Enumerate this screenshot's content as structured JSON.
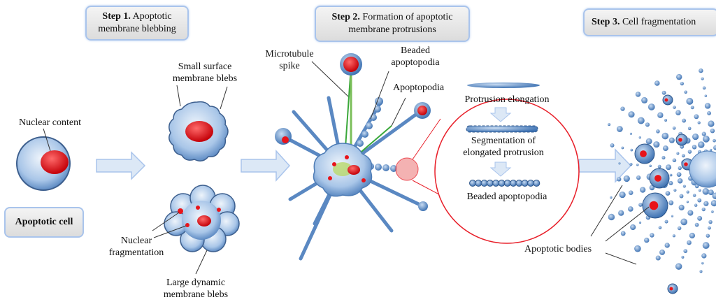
{
  "steps": [
    {
      "label": "Step 1.",
      "text_line1": "Apoptotic",
      "text_line2": "membrane blebbing"
    },
    {
      "label": "Step 2.",
      "text_line1": "Formation of apoptotic",
      "text_line2": "membrane protrusions"
    },
    {
      "label": "Step 3.",
      "text_line1": "Cell  fragmentation"
    }
  ],
  "labels": {
    "nuclear_content": "Nuclear content",
    "apoptotic_cell": "Apoptotic cell",
    "small_blebs_1": "Small surface",
    "small_blebs_2": "membrane blebs",
    "nuclear_frag_1": "Nuclear",
    "nuclear_frag_2": "fragmentation",
    "large_blebs_1": "Large dynamic",
    "large_blebs_2": "membrane blebs",
    "microtubule_1": "Microtubule",
    "microtubule_2": "spike",
    "beaded_1": "Beaded",
    "beaded_2": "apoptopodia",
    "apoptopodia": "Apoptopodia",
    "protrusion_elongation": "Protrusion elongation",
    "segmentation_1": "Segmentation of",
    "segmentation_2": "elongated protrusion",
    "beaded_apoptopodia": "Beaded apoptopodia",
    "apoptotic_bodies": "Apoptotic bodies"
  },
  "colors": {
    "cell": "#7fa8d8",
    "nucleus": "#e8141a",
    "step_border": "#a9c4ec",
    "arrow": "#dce8f6",
    "magnifier": "#e8202a",
    "spike": "#3aa83a"
  }
}
